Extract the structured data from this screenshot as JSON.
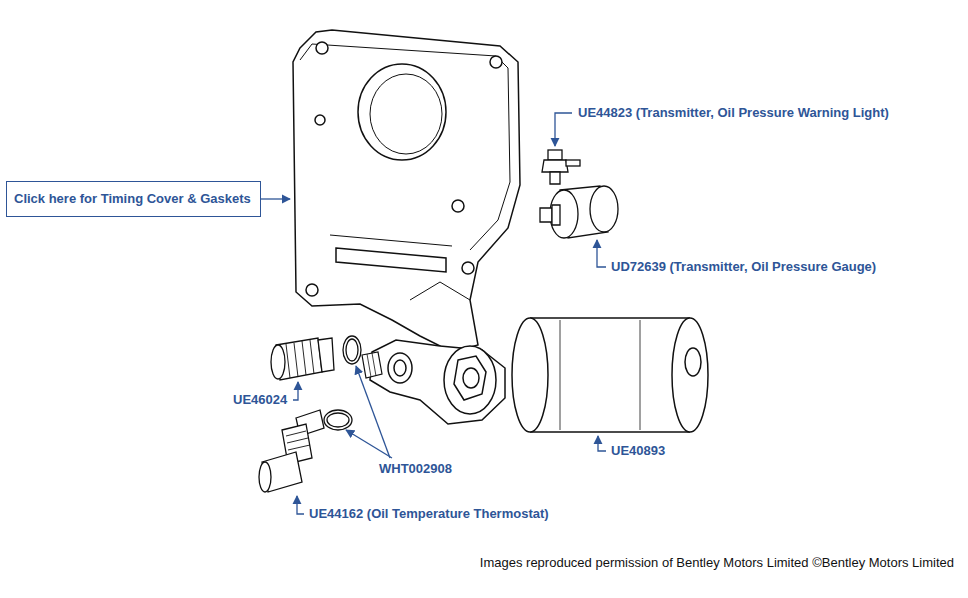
{
  "diagram": {
    "caption": "Images reproduced permission of Bentley Motors Limited ©Bentley Motors Limited",
    "nodes": [
      {
        "text": [
          "Click here for Timing Cover & Gaskets"
        ]
      }
    ],
    "edges": [],
    "labels": [
      "UE44823 (Transmitter, Oil Pressure Warning Light)",
      "UD72639 (Transmitter, Oil Pressure Gauge)",
      "UE46024",
      "WHT002908",
      "UE40893",
      "UE44162 (Oil Temperature Thermostat)"
    ]
  }
}
